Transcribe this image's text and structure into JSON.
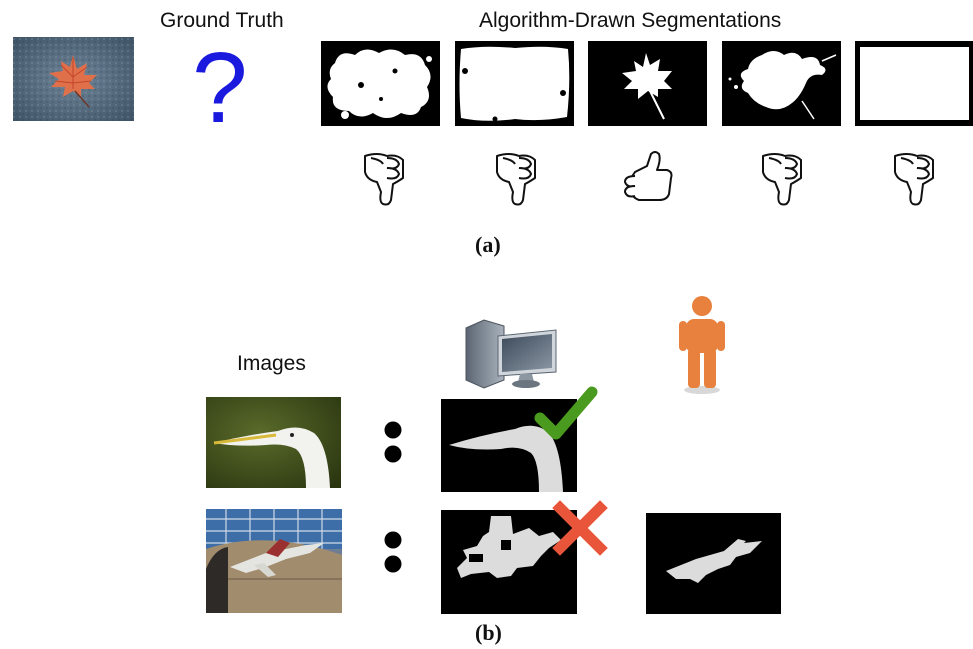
{
  "panel_a": {
    "ground_truth_label": "Ground Truth",
    "question_mark": "?",
    "segmentations_label": "Algorithm-Drawn Segmentations",
    "caption": "(a)",
    "ratings": [
      "thumbs-down",
      "thumbs-down",
      "thumbs-up",
      "thumbs-down",
      "thumbs-down"
    ]
  },
  "panel_b": {
    "images_label": "Images",
    "caption": "(b)",
    "rows": [
      {
        "image": "egret",
        "result": "check"
      },
      {
        "image": "airplane",
        "result": "cross"
      }
    ]
  },
  "colors": {
    "question_mark": "#1a1adf",
    "check": "#4a9a1f",
    "cross": "#e8553a",
    "person": "#e8813d"
  }
}
